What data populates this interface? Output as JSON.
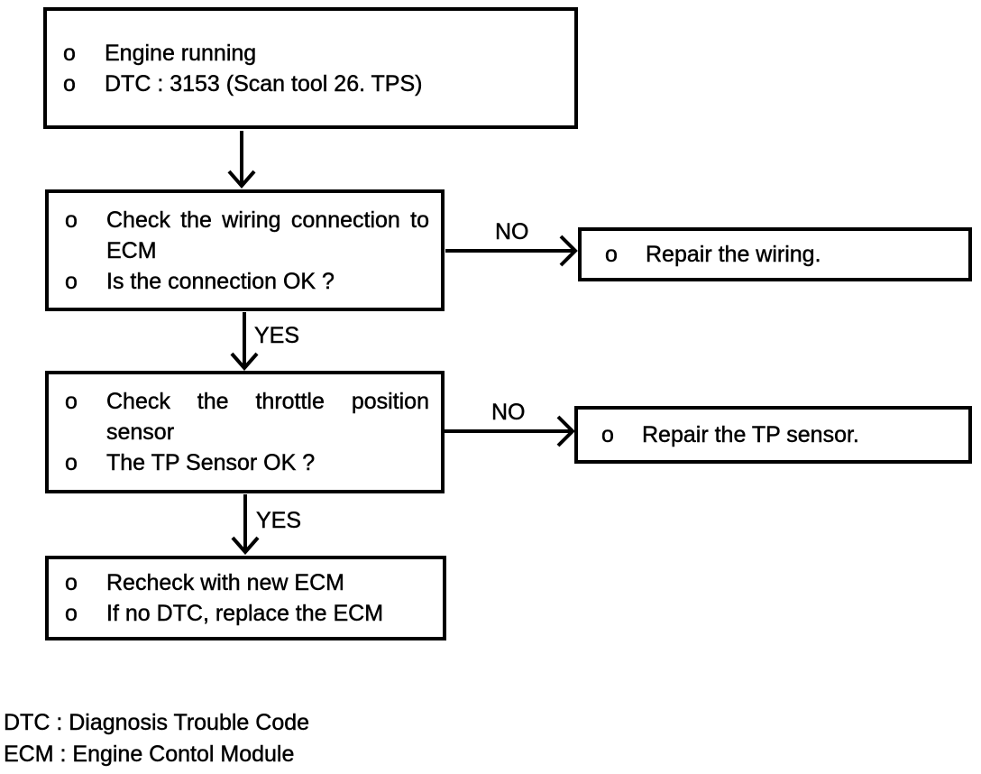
{
  "page": {
    "background": "#ffffff",
    "ink": "#000000"
  },
  "flowchart": {
    "bullet": "o",
    "nodes": [
      {
        "name": "start",
        "items": [
          "Engine running",
          "DTC : 3153 (Scan tool 26. TPS)"
        ]
      },
      {
        "name": "check-wiring",
        "items": [
          "Check the wiring connection to ECM",
          "Is the connection OK ?"
        ]
      },
      {
        "name": "repair-wiring",
        "items": [
          "Repair the wiring."
        ]
      },
      {
        "name": "check-tp-sensor",
        "items": [
          "Check the throttle position sensor",
          "The TP Sensor OK ?"
        ]
      },
      {
        "name": "repair-tp-sensor",
        "items": [
          "Repair the TP sensor."
        ]
      },
      {
        "name": "recheck-ecm",
        "items": [
          "Recheck with new ECM",
          "If no DTC, replace the ECM"
        ]
      }
    ],
    "edges": [
      {
        "from": "start",
        "to": "check-wiring",
        "label": ""
      },
      {
        "from": "check-wiring",
        "to": "repair-wiring",
        "label": "NO"
      },
      {
        "from": "check-wiring",
        "to": "check-tp-sensor",
        "label": "YES"
      },
      {
        "from": "check-tp-sensor",
        "to": "repair-tp-sensor",
        "label": "NO"
      },
      {
        "from": "check-tp-sensor",
        "to": "recheck-ecm",
        "label": "YES"
      }
    ]
  },
  "legend": {
    "lines": [
      "DTC : Diagnosis Trouble Code",
      "ECM : Engine Contol Module"
    ]
  }
}
